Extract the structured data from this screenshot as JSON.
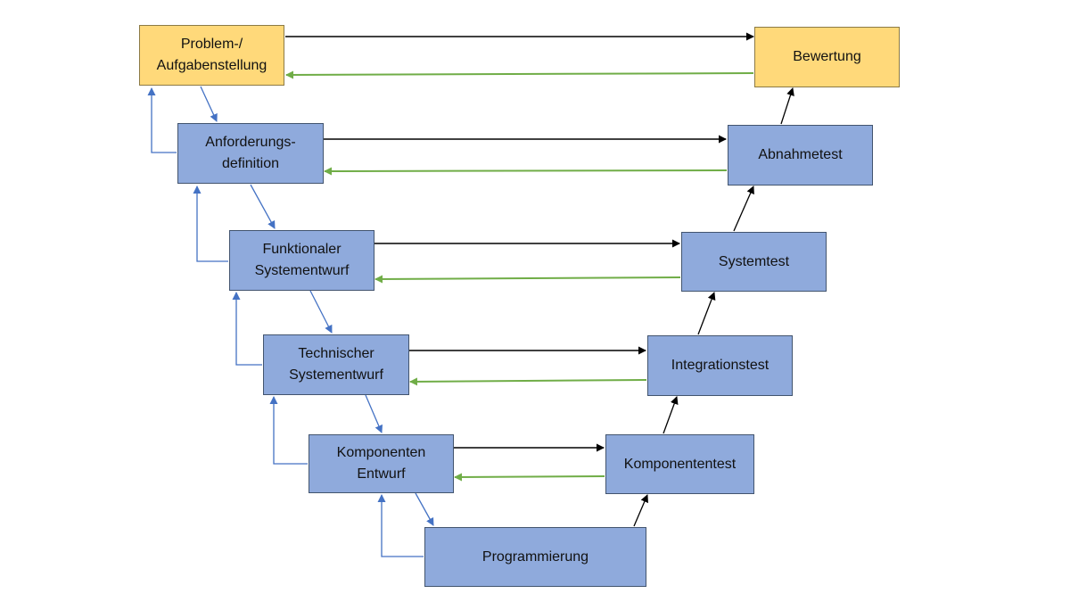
{
  "diagram": {
    "type": "v-model",
    "colors": {
      "phase_box": "#8faadc",
      "endpoint_box": "#ffd97a",
      "forward_arrow": "#000000",
      "feedback_arrow": "#70ad47",
      "phase_arrow": "#4472c4"
    },
    "left_boxes": [
      {
        "id": "problem",
        "text": "Problem-/\nAufgabenstellung"
      },
      {
        "id": "anforderung",
        "text": "Anforderungs-\ndefinition"
      },
      {
        "id": "funktional",
        "text": "Funktionaler\nSystementwurf"
      },
      {
        "id": "technisch",
        "text": "Technischer\nSystementwurf"
      },
      {
        "id": "komponenten",
        "text": "Komponenten\nEntwurf"
      }
    ],
    "bottom_box": {
      "id": "programmierung",
      "text": "Programmierung"
    },
    "right_boxes": [
      {
        "id": "bewertung",
        "text": "Bewertung"
      },
      {
        "id": "abnahmetest",
        "text": "Abnahmetest"
      },
      {
        "id": "systemtest",
        "text": "Systemtest"
      },
      {
        "id": "integrationstest",
        "text": "Integrationstest"
      },
      {
        "id": "komponententest",
        "text": "Komponententest"
      }
    ]
  }
}
